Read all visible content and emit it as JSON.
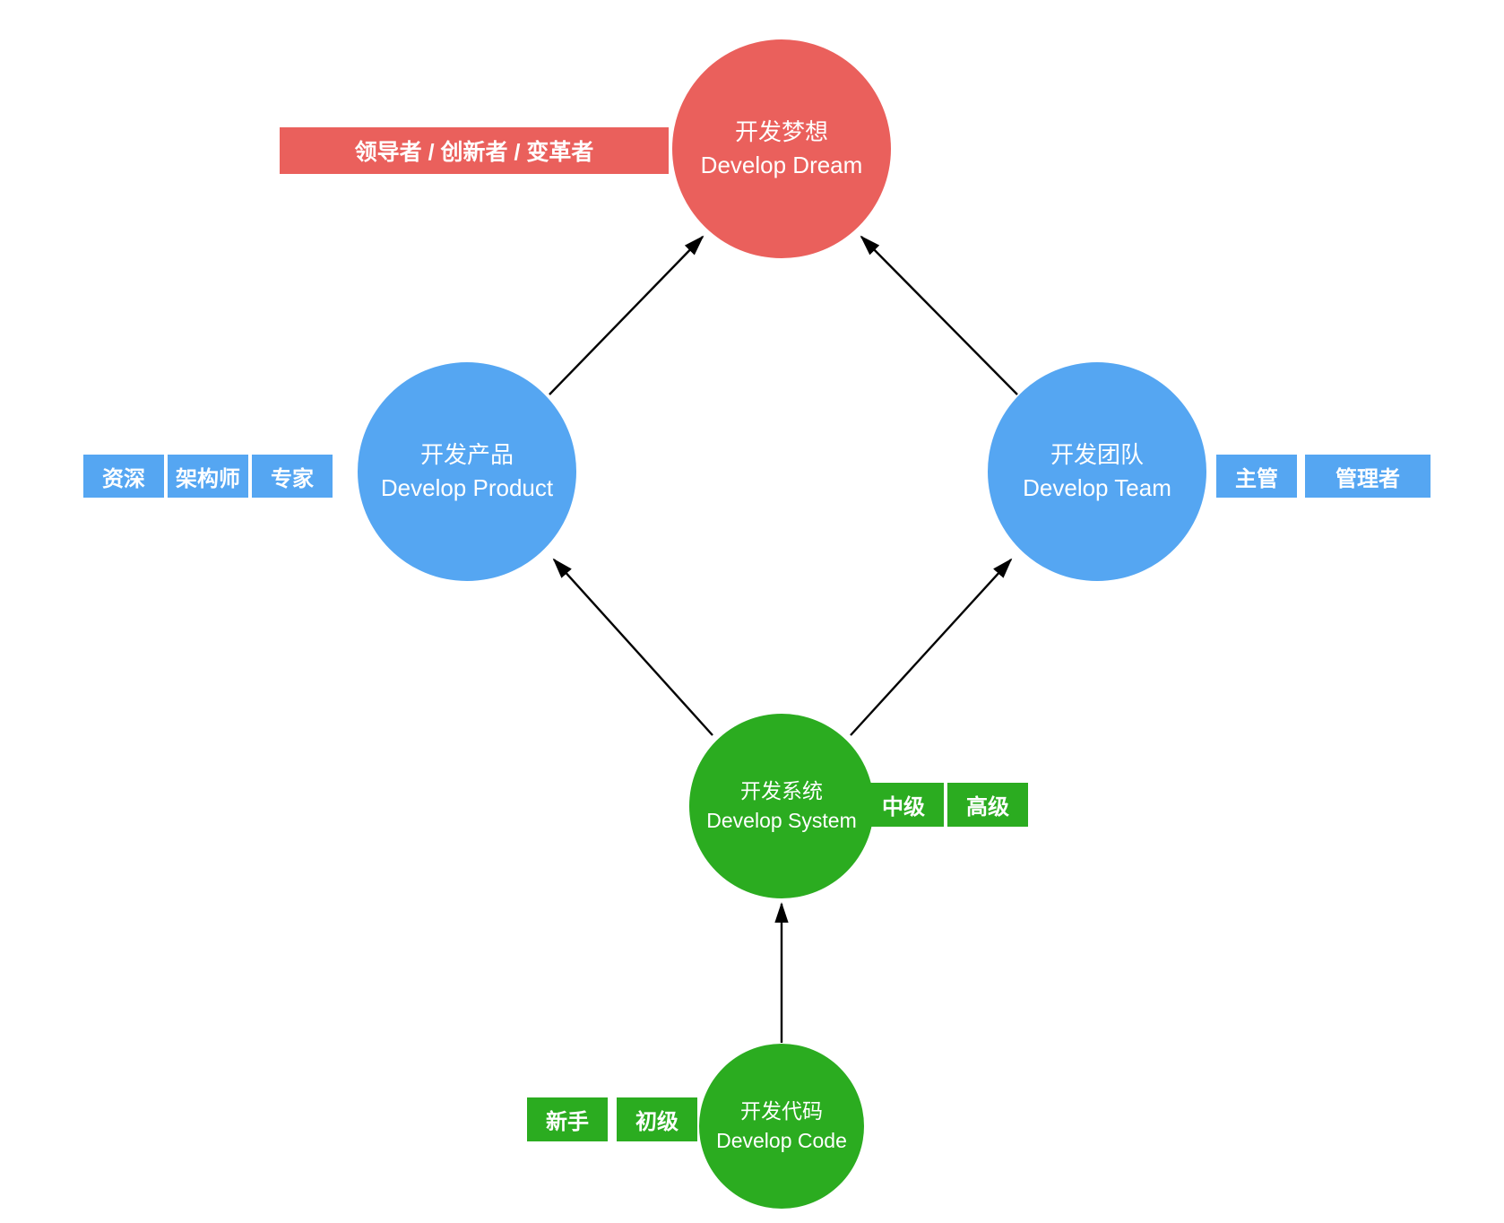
{
  "diagram_title": "Developer growth path diagram",
  "colors": {
    "red": "#EA605C",
    "blue": "#55A6F2",
    "green": "#2BAC20",
    "arrow": "#000000",
    "text": "#ffffff"
  },
  "nodes": {
    "dream": {
      "label_zh": "开发梦想",
      "label_en": "Develop Dream"
    },
    "product": {
      "label_zh": "开发产品",
      "label_en": "Develop Product"
    },
    "team": {
      "label_zh": "开发团队",
      "label_en": "Develop Team"
    },
    "system": {
      "label_zh": "开发系统",
      "label_en": "Develop System"
    },
    "code": {
      "label_zh": "开发代码",
      "label_en": "Develop Code"
    }
  },
  "badges": {
    "dream": [
      "领导者 / 创新者 / 变革者"
    ],
    "product": [
      "资深",
      "架构师",
      "专家"
    ],
    "team": [
      "主管",
      "管理者"
    ],
    "system": [
      "中级",
      "高级"
    ],
    "code": [
      "新手",
      "初级"
    ]
  },
  "edges": [
    {
      "from": "product",
      "to": "dream"
    },
    {
      "from": "team",
      "to": "dream"
    },
    {
      "from": "system",
      "to": "product"
    },
    {
      "from": "system",
      "to": "team"
    },
    {
      "from": "code",
      "to": "system"
    }
  ]
}
